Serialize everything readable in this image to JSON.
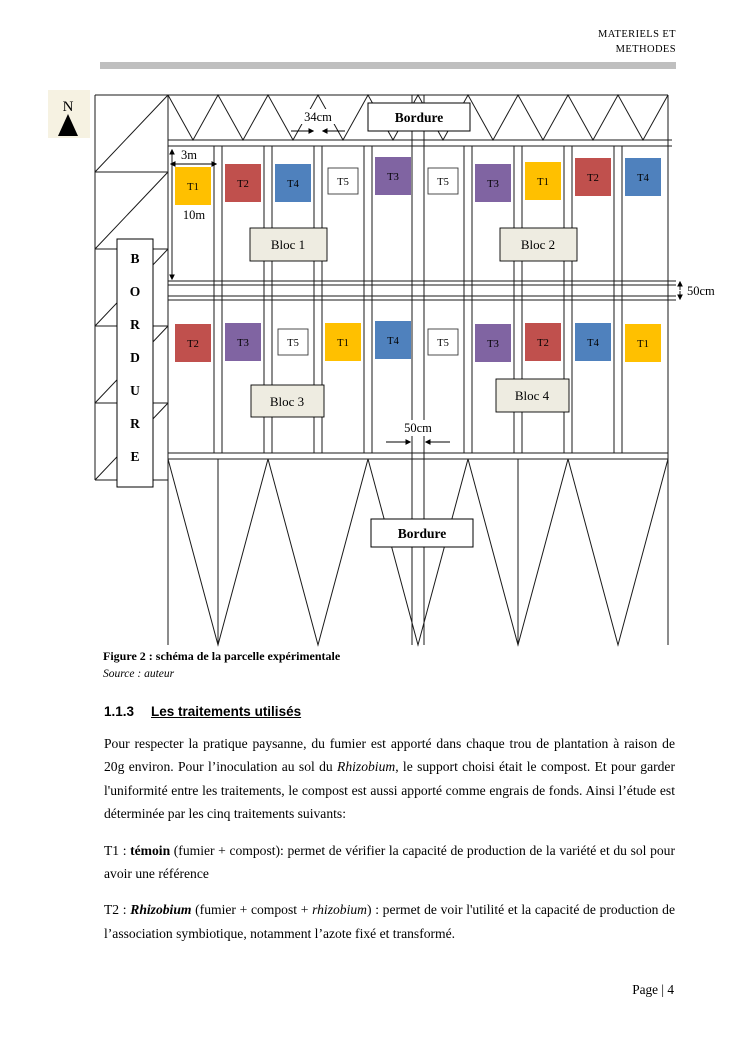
{
  "header": {
    "line1": "MATERIELS ET",
    "line2": "METHODES"
  },
  "compass": {
    "north": "N"
  },
  "diagram": {
    "bordure_top": "Bordure",
    "bordure_bottom": "Bordure",
    "bordure_left_letters": [
      "B",
      "O",
      "R",
      "D",
      "U",
      "R",
      "E"
    ],
    "measurements": {
      "row_spacing": "34cm",
      "col_width": "3m",
      "row_height": "10m",
      "gap_right": "50cm",
      "gap_middle": "50cm"
    },
    "blocs": {
      "b1": "Bloc 1",
      "b2": "Bloc 2",
      "b3": "Bloc 3",
      "b4": "Bloc 4"
    },
    "row1": [
      {
        "label": "T1",
        "color": "#FFC000"
      },
      {
        "label": "T2",
        "color": "#C0504D"
      },
      {
        "label": "T4",
        "color": "#4F81BD"
      },
      {
        "label": "T5",
        "color": "#FFFFFF"
      },
      {
        "label": "T3",
        "color": "#8064A2"
      },
      {
        "label": "T5",
        "color": "#FFFFFF"
      },
      {
        "label": "T3",
        "color": "#8064A2"
      },
      {
        "label": "T1",
        "color": "#FFC000"
      },
      {
        "label": "T2",
        "color": "#C0504D"
      },
      {
        "label": "T4",
        "color": "#4F81BD"
      }
    ],
    "row2": [
      {
        "label": "T2",
        "color": "#C0504D"
      },
      {
        "label": "T3",
        "color": "#8064A2"
      },
      {
        "label": "T5",
        "color": "#FFFFFF"
      },
      {
        "label": "T1",
        "color": "#FFC000"
      },
      {
        "label": "T4",
        "color": "#4F81BD"
      },
      {
        "label": "T5",
        "color": "#FFFFFF"
      },
      {
        "label": "T3",
        "color": "#8064A2"
      },
      {
        "label": "T2",
        "color": "#C0504D"
      },
      {
        "label": "T4",
        "color": "#4F81BD"
      },
      {
        "label": "T1",
        "color": "#FFC000"
      }
    ]
  },
  "caption": {
    "figure": "Figure 2 : schéma de la parcelle expérimentale",
    "source": "Source : auteur"
  },
  "section": {
    "number": "1.1.3",
    "title": "Les traitements utilisés"
  },
  "paragraphs": {
    "intro": {
      "part1": "Pour respecter la pratique paysanne, du fumier est apporté dans chaque trou de plantation à raison de 20g environ. Pour l’inoculation au sol du ",
      "part2": "Rhizobium",
      "part3": ", le support choisi était le compost. Et pour garder l'uniformité entre les traitements, le compost est aussi apporté comme engrais de fonds. Ainsi l’étude est déterminée par les cinq traitements suivants:"
    },
    "t1": {
      "part1": "T1 : ",
      "part2": "témoin",
      "part3": " (fumier + compost): permet de vérifier la capacité de production de la variété et du sol pour avoir une référence"
    },
    "t2": {
      "part1": "T2 : ",
      "part2": "Rhizobium",
      "part3": " (fumier + compost + ",
      "part4": "rhizobium",
      "part5": ") : permet de voir l'utilité et la capacité de production de l’association symbiotique, notamment l’azote fixé et transformé."
    }
  },
  "footer": {
    "page": "Page | 4"
  }
}
